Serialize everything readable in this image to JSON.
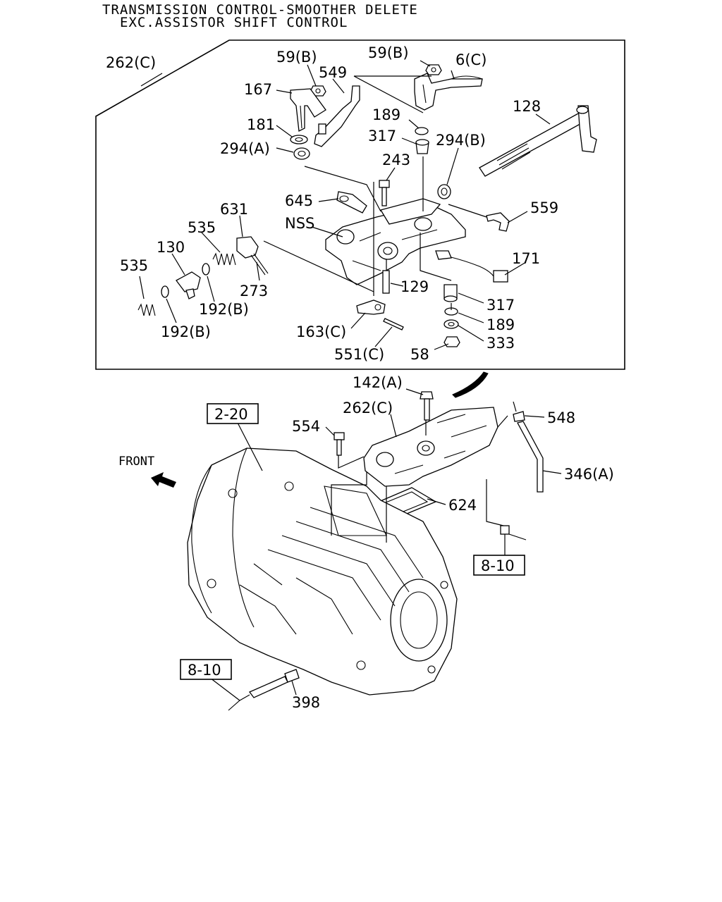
{
  "title": {
    "line1": "TRANSMISSION CONTROL-SMOOTHER DELETE",
    "line2": "EXC.ASSISTOR SHIFT CONTROL"
  },
  "callouts": {
    "c262C_top": "262(C)",
    "c59B_a": "59(B)",
    "c59B_b": "59(B)",
    "c6C": "6(C)",
    "c549": "549",
    "c167": "167",
    "c189_top": "189",
    "c128": "128",
    "c181": "181",
    "c317_top": "317",
    "c294A": "294(A)",
    "c294B": "294(B)",
    "c243": "243",
    "c645": "645",
    "c559": "559",
    "c631": "631",
    "cNSS": "NSS",
    "c535_a": "535",
    "c130": "130",
    "c535_b": "535",
    "c171": "171",
    "c129": "129",
    "c273": "273",
    "c192B_a": "192(B)",
    "c317_bot": "317",
    "c192B_b": "192(B)",
    "c189_bot": "189",
    "c163C": "163(C)",
    "c333": "333",
    "c551C": "551(C)",
    "c58": "58",
    "c142A": "142(A)",
    "c262C_bot": "262(C)",
    "c548": "548",
    "c554": "554",
    "c346A": "346(A)",
    "c624": "624",
    "c398": "398"
  },
  "refs": {
    "r2_20": "2-20",
    "r8_10_a": "8-10",
    "r8_10_b": "8-10"
  },
  "front_label": "FRONT"
}
